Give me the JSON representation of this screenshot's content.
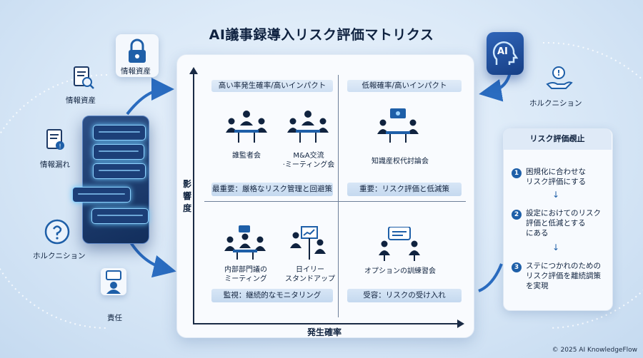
{
  "title": "AI議事録導入リスク評価マトリクス",
  "axes": {
    "y_label": "影響度",
    "x_label": "発生確率"
  },
  "quadrants": {
    "top_left": {
      "header": "高い率発生確率/高いインパクト",
      "footer": "最重要：厳格なリスク管理と回避策",
      "captions": [
        "誰監者会",
        "M&A交流\n·ミーティング会"
      ]
    },
    "top_right": {
      "header": "低報確率/高いインパクト",
      "footer": "重要：リスク評価と低減策",
      "captions": [
        "知識産权代討論会"
      ]
    },
    "bottom_left": {
      "footer": "監視：継続的なモニタリング",
      "captions": [
        "内部部門議の\nミーティング",
        "日イリー\nスタンドアップ"
      ]
    },
    "bottom_right": {
      "footer": "受容：リスクの受け入れ",
      "captions": [
        "オプションの訓練習会"
      ]
    }
  },
  "left_labels": [
    "情報資産",
    "情報資産",
    "情報漏れ",
    "ホルクニション",
    "責任"
  ],
  "ai_icon_text": "AI",
  "right_label": "ホルクニション",
  "side_panel": {
    "title": "リスク評価覕止",
    "steps": [
      {
        "num": "1",
        "text": "困規化に合わせな\nリスク評価にする"
      },
      {
        "num": "2",
        "text": "設定におけてのリスク\n評価と低減とする\nにある"
      },
      {
        "num": "3",
        "text": "ステにつかれのための\nリスク評価を離続調策\nを実現"
      }
    ]
  },
  "copyright": "© 2025 AI KnowledgeFlow",
  "colors": {
    "accent": "#1e5fa8",
    "dark": "#10233f",
    "glow": "#8fd3ff"
  }
}
